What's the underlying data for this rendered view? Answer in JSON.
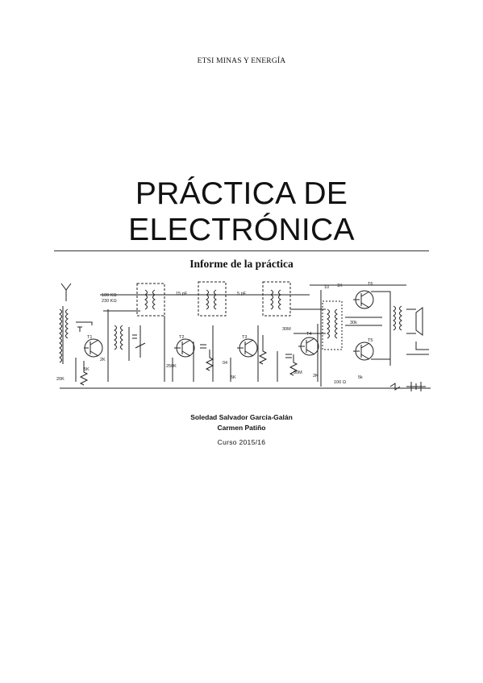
{
  "header": {
    "institution": "ETSI MINAS Y ENERGÍA"
  },
  "title": {
    "line1": "PRÁCTICA DE",
    "line2": "ELECTRÓNICA"
  },
  "subtitle": "Informe de la práctica",
  "schematic": {
    "labels": {
      "r100k": "100 KΩ",
      "r230k": "230 KΩ",
      "t1": "T1",
      "t2": "T2",
      "t3": "T3",
      "t4": "T4",
      "t5": "T5",
      "t6": "T6",
      "c15pf": "15 pF",
      "c5pf": "5 pF",
      "r20k": "20K",
      "r5k": "5K",
      "r2k": "2K",
      "r250k": "250K",
      "r30k": "30k",
      "r100": "100 Ω",
      "r5kb": "5k",
      "r2ka": "2K",
      "c30m": "30M",
      "c04": "04",
      "r1k": "1K",
      "c10": "10",
      "r5kn": "5K",
      "c50m": "50M"
    }
  },
  "authors": [
    "Soledad Salvador García-Galán",
    "Carmen Patiño"
  ],
  "course": "Curso 2015/16"
}
